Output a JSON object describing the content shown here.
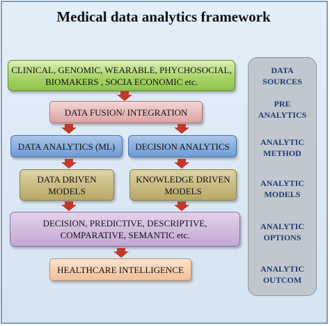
{
  "title": "Medical data analytics framework",
  "boxes": {
    "sources": "CLINICAL, GENOMIC, WEARABLE, PHYCHOSOCIAL,\nBIOMAKERS , SOCIA ECONOMIC etc.",
    "fusion": "DATA FUSION/ INTEGRATION",
    "data_analytics": "DATA ANALYTICS (ML)",
    "decision_analytics": "DECISION ANALYTICS",
    "data_driven": "DATA DRIVEN\nMODELS",
    "knowledge_driven": "KNOWLEDGE DRIVEN\nMODELS",
    "options": "DECISION, PREDICTIVE, DESCRIPTIVE,\nCOMPARATIVE, SEMANTIC etc.",
    "intelligence": "HEALTHCARE INTELLIGENCE"
  },
  "sidebar": [
    "DATA\nSOURCES",
    "PRE\nANALYTICS",
    "ANALYTIC\nMETHOD",
    "ANALYTIC\nMODELS",
    "ANALYTIC\nOPTIONS",
    "ANALYTIC\nOUTCOM"
  ],
  "colors": {
    "frame": "#d6e4f1",
    "arrow": "#c0392b",
    "sidebar": "#c1c7cf",
    "sidebar_text": "#1f3b6f"
  }
}
